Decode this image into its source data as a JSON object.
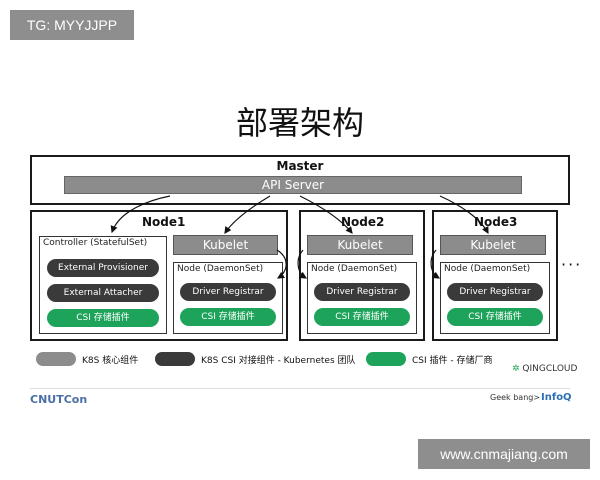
{
  "badges": {
    "tag": "TG: MYYJJPP",
    "watermark": "www.cnmajiang.com"
  },
  "title": "部署架构",
  "master": {
    "label": "Master",
    "api_server": "API Server"
  },
  "node1": {
    "title": "Node1",
    "kubelet": "Kubelet",
    "controller_label": "Controller (StatefulSet)",
    "external_provisioner": "External Provisioner",
    "external_attacher": "External Attacher",
    "csi_plugin": "CSI 存储插件",
    "daemon_label": "Node (DaemonSet)",
    "driver_registrar": "Driver Registrar",
    "csi_plugin_node": "CSI 存储插件"
  },
  "node2": {
    "title": "Node2",
    "kubelet": "Kubelet",
    "daemon_label": "Node (DaemonSet)",
    "driver_registrar": "Driver Registrar",
    "csi_plugin": "CSI 存储插件"
  },
  "node3": {
    "title": "Node3",
    "kubelet": "Kubelet",
    "daemon_label": "Node (DaemonSet)",
    "driver_registrar": "Driver Registrar",
    "csi_plugin": "CSI 存储插件"
  },
  "more": "···",
  "legend": {
    "k8s_core": "K8S 核心组件",
    "k8s_csi": "K8S CSI 对接组件 - Kubernetes 团队",
    "csi_vendor": "CSI 插件 - 存储厂商"
  },
  "logos": {
    "cnutcon": "CNUTCon",
    "geekbang": "Geek bang>",
    "infoq": "InfoQ",
    "qingcloud": "QINGCLOUD"
  },
  "colors": {
    "core_gray": "#8c8c8c",
    "csi_dark": "#3a3a3a",
    "vendor_green": "#1ea35a"
  }
}
